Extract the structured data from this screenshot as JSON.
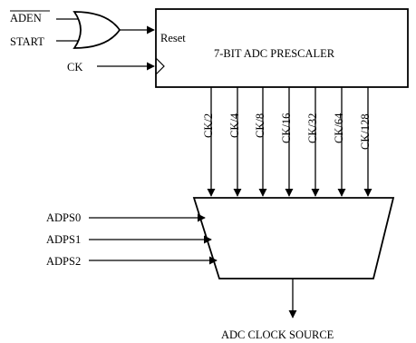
{
  "gate_inputs": {
    "aden": "ADEN",
    "start": "START"
  },
  "clock_input": "CK",
  "prescaler": {
    "title": "7-BIT ADC PRESCALER",
    "reset_label": "Reset"
  },
  "taps": [
    "CK/2",
    "CK/4",
    "CK/8",
    "CK/16",
    "CK/32",
    "CK/64",
    "CK/128"
  ],
  "select_inputs": [
    "ADPS0",
    "ADPS1",
    "ADPS2"
  ],
  "output_label": "ADC CLOCK SOURCE"
}
